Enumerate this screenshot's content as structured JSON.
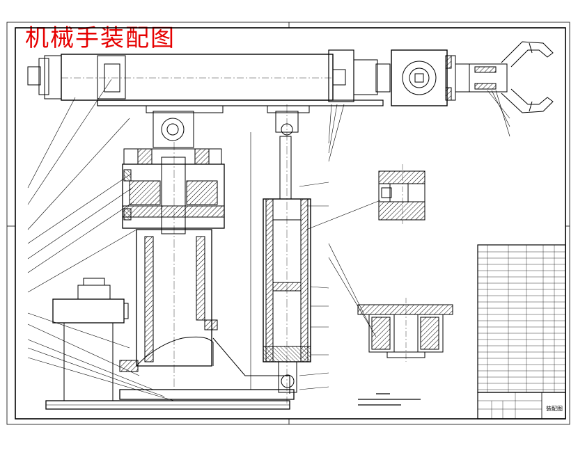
{
  "drawing": {
    "title": "机械手装配图",
    "title_color": "#e60000",
    "line_color": "#000000",
    "section_hatch": "diagonal",
    "views": [
      "main-assembly-view",
      "detail-view-top",
      "detail-view-bottom"
    ],
    "title_block": {
      "drawing_name": "装配图"
    }
  }
}
